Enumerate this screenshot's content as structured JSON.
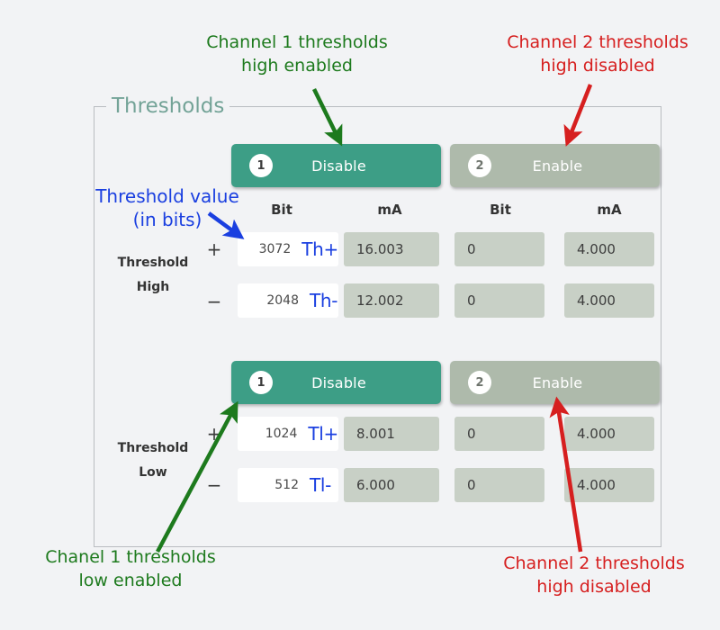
{
  "panel": {
    "legend": "Thresholds"
  },
  "columns": {
    "headers": [
      "Bit",
      "mA",
      "Bit",
      "mA"
    ]
  },
  "sections": [
    {
      "id": "threshold-high",
      "side_label": "Threshold\nHigh",
      "buttons": [
        {
          "badge": "1",
          "label": "Disable",
          "state": "enabled"
        },
        {
          "badge": "2",
          "label": "Enable",
          "state": "disabled"
        }
      ],
      "rows": [
        {
          "sign": "+",
          "tag": "Th+",
          "ch1_bit": "3072",
          "ch1_ma": "16.003",
          "ch2_bit": "0",
          "ch2_ma": "4.000"
        },
        {
          "sign": "−",
          "tag": "Th-",
          "ch1_bit": "2048",
          "ch1_ma": "12.002",
          "ch2_bit": "0",
          "ch2_ma": "4.000"
        }
      ]
    },
    {
      "id": "threshold-low",
      "side_label": "Threshold\nLow",
      "buttons": [
        {
          "badge": "1",
          "label": "Disable",
          "state": "enabled"
        },
        {
          "badge": "2",
          "label": "Enable",
          "state": "disabled"
        }
      ],
      "rows": [
        {
          "sign": "+",
          "tag": "Tl+",
          "ch1_bit": "1024",
          "ch1_ma": "8.001",
          "ch2_bit": "0",
          "ch2_ma": "4.000"
        },
        {
          "sign": "−",
          "tag": "Tl-",
          "ch1_bit": "512",
          "ch1_ma": "6.000",
          "ch2_bit": "0",
          "ch2_ma": "4.000"
        }
      ]
    }
  ],
  "annotations": {
    "top_left": "Channel 1 thresholds\nhigh enabled",
    "top_right": "Channel 2 thresholds\nhigh disabled",
    "bit_value": "Threshold value\n(in bits)",
    "bottom_left": "Chanel 1 thresholds\nlow enabled",
    "bottom_right": "Channel 2 thresholds\nhigh disabled"
  },
  "colors": {
    "background": "#f2f3f5",
    "accent_enabled": "#3d9e86",
    "accent_disabled": "#aebaab",
    "readonly_field": "#c8d0c6",
    "annotation_green": "#1d7a1d",
    "annotation_red": "#d61f1f",
    "annotation_blue": "#1a3fe0",
    "legend_text": "#73a397"
  }
}
